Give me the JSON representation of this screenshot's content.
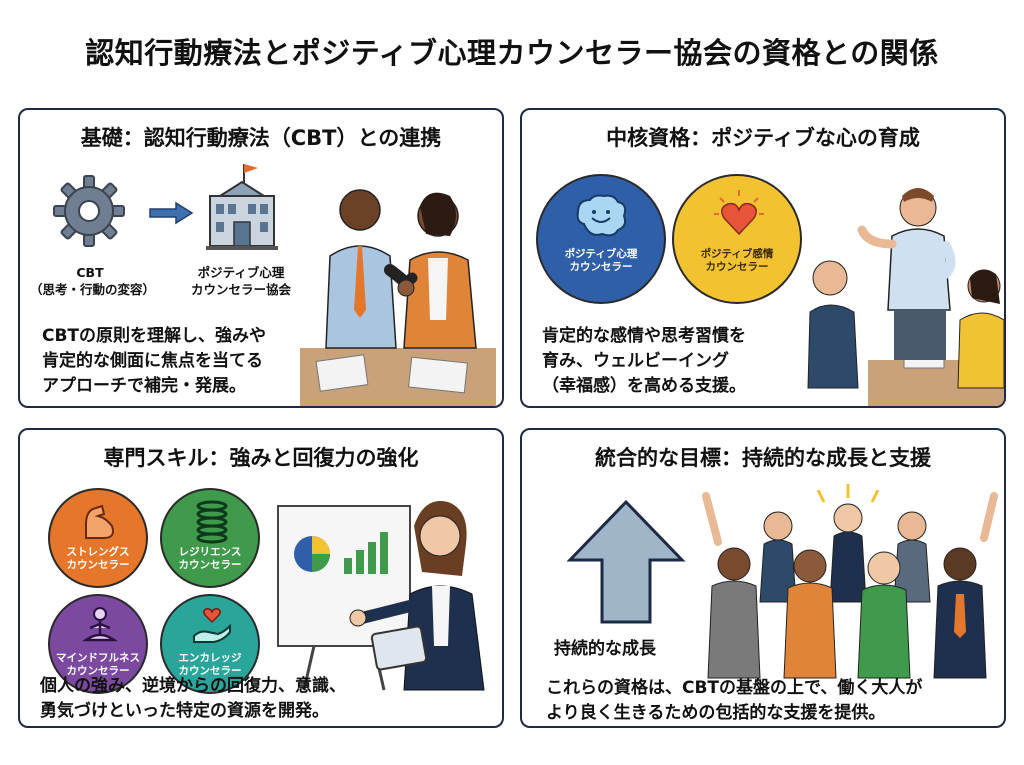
{
  "title": "認知行動療法とポジティブ心理カウンセラー協会の資格との関係",
  "panels": [
    {
      "title": "基礎：認知行動療法（CBT）との連携",
      "icon_left_label_1": "CBT",
      "icon_left_label_2": "（思考・行動の変容）",
      "icon_right_label_1": "ポジティブ心理",
      "icon_right_label_2": "カウンセラー協会",
      "lines": [
        "CBTの原則を理解し、強みや",
        "肯定的な側面に焦点を当てる",
        "アプローチで補完・発展。"
      ]
    },
    {
      "title": "中核資格：ポジティブな心の育成",
      "badge_1": [
        "ポジティブ心理",
        "カウンセラー"
      ],
      "badge_2": [
        "ポジティブ感情",
        "カウンセラー"
      ],
      "lines": [
        "肯定的な感情や思考習慣を",
        "育み、ウェルビーイング",
        "（幸福感）を高める支援。"
      ]
    },
    {
      "title": "専門スキル：強みと回復力の強化",
      "badges": [
        [
          "ストレングス",
          "カウンセラー"
        ],
        [
          "レジリエンス",
          "カウンセラー"
        ],
        [
          "マインドフルネス",
          "カウンセラー"
        ],
        [
          "エンカレッジ",
          "カウンセラー"
        ]
      ],
      "lines": [
        "個人の強み、逆境からの回復力、意識、",
        "勇気づけといった特定の資源を開発。"
      ]
    },
    {
      "title": "統合的な目標：持続的な成長と支援",
      "arrow_label": "持続的な成長",
      "lines": [
        "これらの資格は、CBTの基盤の上で、働く大人が",
        "より良く生きるための包括的な支援を提供。"
      ]
    }
  ],
  "colors": {
    "border": "#1e2a44",
    "blue_badge": "#2f5fa8",
    "yellow_badge": "#f2c230",
    "orange": "#e6762a",
    "green": "#3f9a4c",
    "purple": "#7b4aa0",
    "teal": "#2aa59a",
    "arrow": "#9fb6c9"
  }
}
